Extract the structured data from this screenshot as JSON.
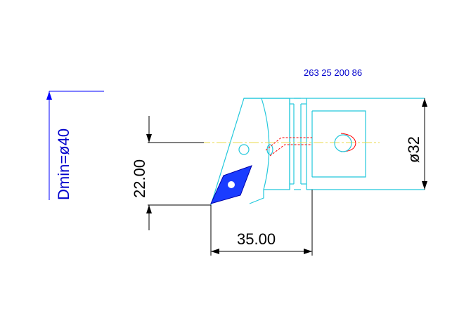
{
  "part_number": "263 25 200 86",
  "dmin_label": "Dmin=ø40",
  "dim_width": "35.00",
  "dim_height": "22.00",
  "dim_diameter": "ø32",
  "colors": {
    "outline": "#22c8dc",
    "dimension": "#000000",
    "annotation": "#0000ff",
    "insert": "#1a3cff",
    "coolant": "#ff0000",
    "centerline": "#ffe066"
  }
}
